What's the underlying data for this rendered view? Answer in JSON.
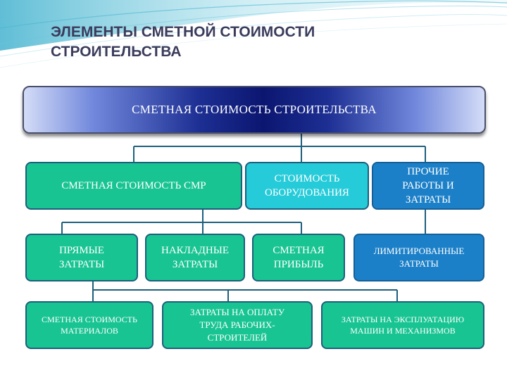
{
  "title": {
    "line1": "ЭЛЕМЕНТЫ СМЕТНОЙ СТОИМОСТИ",
    "line2": "СТРОИТЕЛЬСТВА"
  },
  "nodes": {
    "root": "СМЕТНАЯ  СТОИМОСТЬ  СТРОИТЕЛЬСТВА",
    "smr": "СМЕТНАЯ СТОИМОСТЬ СМР",
    "equipment": [
      "СТОИМОСТЬ",
      "ОБОРУДОВАНИЯ"
    ],
    "other": [
      "ПРОЧИЕ",
      "РАБОТЫ И",
      "ЗАТРАТЫ"
    ],
    "direct": [
      "ПРЯМЫЕ",
      "ЗАТРАТЫ"
    ],
    "overhead": [
      "НАКЛАДНЫЕ",
      "ЗАТРАТЫ"
    ],
    "profit": [
      "СМЕТНАЯ",
      "ПРИБЫЛЬ"
    ],
    "limited": [
      "ЛИМИТИРОВАННЫЕ",
      "ЗАТРАТЫ"
    ],
    "materials": [
      "СМЕТНАЯ СТОИМОСТЬ",
      "МАТЕРИАЛОВ"
    ],
    "labor": [
      "ЗАТРАТЫ НА ОПЛАТУ",
      "ТРУДА РАБОЧИХ-",
      "СТРОИТЕЛЕЙ"
    ],
    "machinery": [
      "ЗАТРАТЫ НА ЭКСПЛУАТАЦИЮ",
      "МАШИН И МЕХАНИЗМОВ"
    ]
  },
  "colors": {
    "green": "#19c493",
    "cyan": "#26cbd9",
    "blue": "#1c80c8",
    "navy": "#0b1670",
    "connector": "#1d5f7c"
  }
}
